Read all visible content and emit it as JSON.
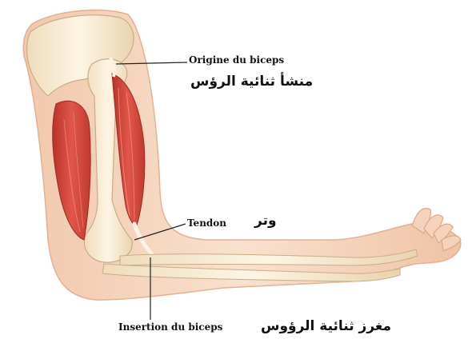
{
  "labels": {
    "origin_fr": "Origine du biceps",
    "origin_ar": "منشأ ثنائية الرؤس",
    "tendon_fr": "Tendon",
    "tendon_ar": "وتر",
    "insertion_fr": "Insertion du biceps",
    "insertion_ar": "مغرز ثنائية الرؤوس"
  },
  "colors": {
    "skin": "#f6d9c3",
    "bone": "#f8edd5",
    "muscle": "#d9483b",
    "tendon": "#fbf2e6"
  }
}
